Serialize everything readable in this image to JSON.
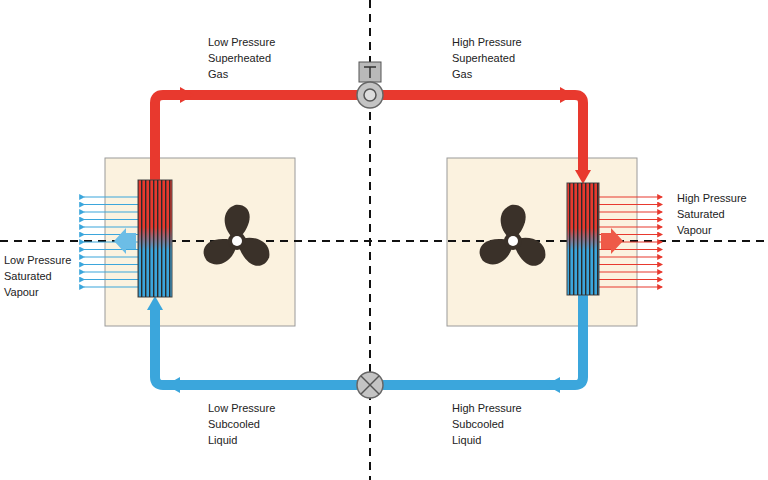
{
  "diagram": {
    "labels": [
      "Low Pressure Superheated Gas",
      "High Pressure Superheated Gas",
      "Low Pressure Saturated Vapour",
      "High Pressure Saturated Vapour",
      "Low Pressure Subcooled Liquid",
      "High Pressure Subcooled Liquid"
    ]
  }
}
